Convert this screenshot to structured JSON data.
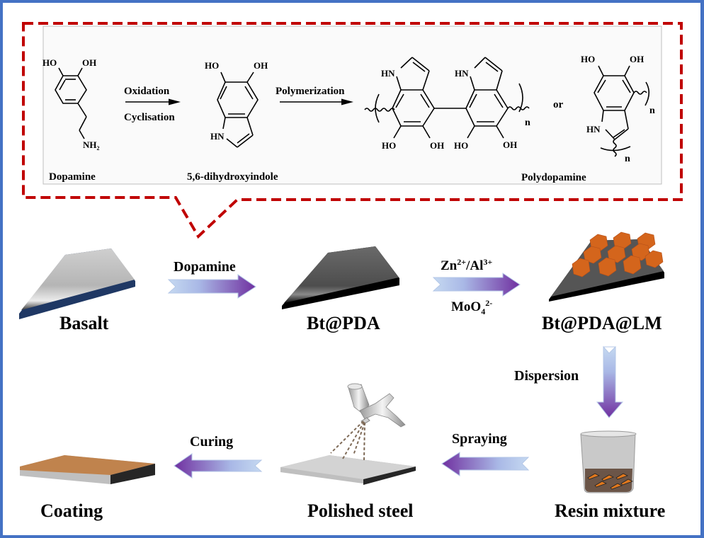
{
  "reaction_scheme": {
    "molecules": {
      "dopamine": {
        "name": "Dopamine",
        "groups": [
          "HO",
          "OH",
          "NH2"
        ]
      },
      "dhi": {
        "name": "5,6-dihydroxyindole",
        "groups": [
          "HO",
          "OH",
          "HN"
        ]
      },
      "pda": {
        "name": "Polydopamine",
        "groups": [
          "HN",
          "HN",
          "HO",
          "OH",
          "HO",
          "OH",
          "n"
        ],
        "alt_groups": [
          "HO",
          "OH",
          "HN",
          "n",
          "n"
        ],
        "or_label": "or"
      }
    },
    "arrow1": {
      "top": "Oxidation",
      "bottom": "Cyclisation"
    },
    "arrow2": {
      "top": "Polymerization"
    },
    "nh2": {
      "base": "NH",
      "sub": "2"
    },
    "n": "n"
  },
  "process": {
    "basalt": "Basalt",
    "dopamine_step": "Dopamine",
    "bt_pda": "Bt@PDA",
    "ions_top": {
      "zn": "Zn",
      "zn_sup": "2+",
      "slash_al": "/Al",
      "al_sup": "3+"
    },
    "ions_bottom": {
      "mo": "MoO",
      "sub": "4",
      "sup": "2-"
    },
    "bt_pda_lm": "Bt@PDA@LM",
    "dispersion": "Dispersion",
    "resin": "Resin mixture",
    "spraying": "Spraying",
    "steel": "Polished steel",
    "curing": "Curing",
    "coating": "Coating"
  },
  "colors": {
    "frame": "#4472c4",
    "dashed_callout": "#c00000",
    "arrow_start": "#c5d9f1",
    "arrow_end": "#7030a0",
    "ldh_orange": "#d4651c",
    "basalt_edge": "#1f3864"
  }
}
